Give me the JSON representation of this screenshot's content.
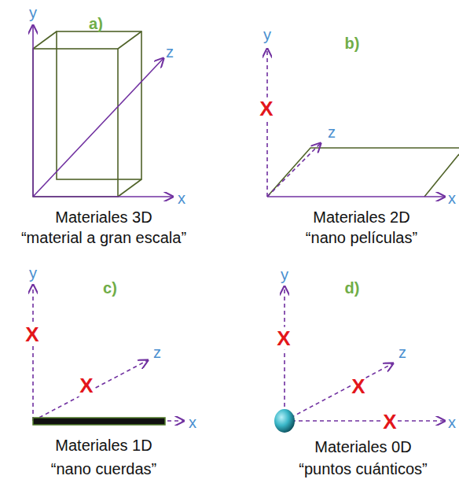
{
  "diagram": {
    "labels": [
      "y",
      "a)",
      "z",
      "x",
      "Materiales 3D",
      "“material a gran escala”",
      "y",
      "b)",
      "X",
      "z",
      "x",
      "Materiales 2D",
      "“nano películas”",
      "y",
      "c)",
      "X",
      "X",
      "z",
      "x",
      "Materiales 1D",
      "“nano cuerdas”",
      "y",
      "d)",
      "X",
      "X",
      "z",
      "X",
      "x",
      "Materiales 0D",
      "“puntos cuánticos”"
    ]
  }
}
